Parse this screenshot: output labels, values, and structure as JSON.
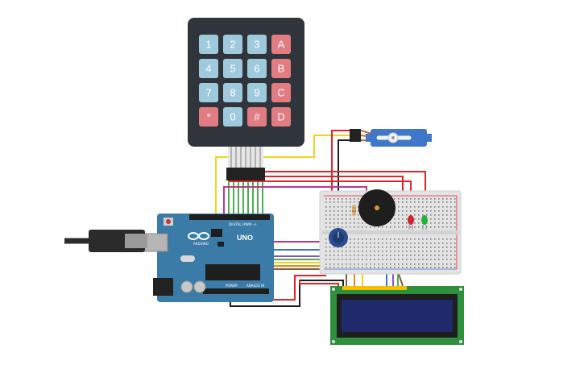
{
  "keypad": {
    "keys": [
      [
        "1",
        "2",
        "3",
        "A"
      ],
      [
        "4",
        "5",
        "6",
        "B"
      ],
      [
        "7",
        "8",
        "9",
        "C"
      ],
      [
        "*",
        "0",
        "#",
        "D"
      ]
    ],
    "colors": {
      "number": "#9fc9dc",
      "letter": "#e17c82",
      "body": "#2f353a"
    }
  },
  "arduino": {
    "brand_text": "UNO",
    "sub_text": "ARDUINO",
    "digital_label": "DIGITAL (PWM ~)",
    "power_label": "POWER",
    "analog_label": "ANALOG IN",
    "board_color": "#3a7ba8"
  },
  "wire_colors": {
    "red": "#e0242b",
    "yellow": "#f2d21c",
    "black": "#1e1e1e",
    "magenta": "#c4358a",
    "green": "#4caf50",
    "blue": "#3f6fd1",
    "purple": "#8b4fd1",
    "orange": "#e68a1c",
    "brown": "#8a5a3c"
  }
}
